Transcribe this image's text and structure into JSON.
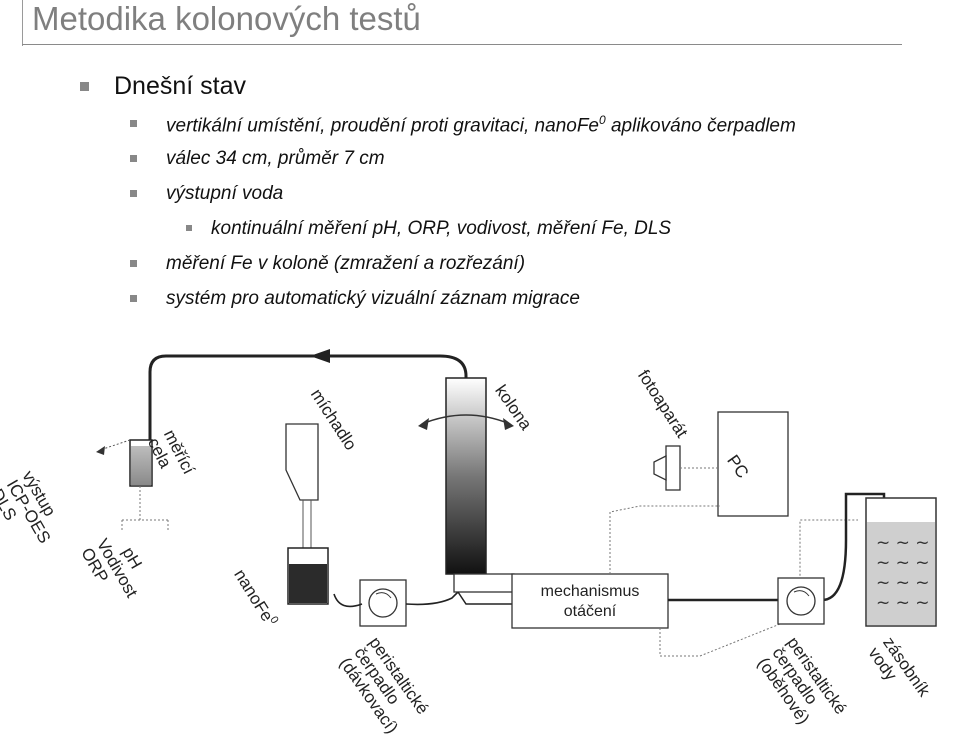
{
  "title": "Metodika kolonových testů",
  "bullets": {
    "heading": "Dnešní stav",
    "items": [
      {
        "pre": "vertikální umístění, proudění proti gravitaci, nanoFe",
        "sup": "0",
        "post": " aplikováno čerpadlem"
      },
      {
        "text": "válec 34 cm, průměr 7 cm"
      },
      {
        "text": "výstupní voda"
      },
      {
        "text": "kontinuální měření pH, ORP, vodivost, měření Fe, DLS"
      },
      {
        "text": "měření Fe v koloně (zmražení a rozřezání)"
      },
      {
        "text": "systém pro automatický vizuální záznam migrace"
      }
    ]
  },
  "diagram": {
    "vystup": [
      "výstup",
      "ICP-OES",
      "DLS"
    ],
    "cela": [
      "měřící",
      "cela"
    ],
    "probes": [
      "pH",
      "Vodivost",
      "ORP"
    ],
    "nanofe": "nanoFe",
    "nanofe_sup": "0",
    "michadlo": "míchadlo",
    "kolona": "kolona",
    "fotoaparat": "fotoaparát",
    "pc": "PC",
    "mechanismus": [
      "mechanismus",
      "otáčení"
    ],
    "pump_dosing": [
      "peristaltické",
      "čerpadlo",
      "(dávkovací)"
    ],
    "pump_circ": [
      "peristaltické",
      "čerpadlo",
      "(oběhové)"
    ],
    "zasobnik": [
      "zásobník",
      "vody"
    ]
  },
  "colors": {
    "title": "#7f7f7f",
    "bullet": "#888888",
    "line": "#222222"
  }
}
